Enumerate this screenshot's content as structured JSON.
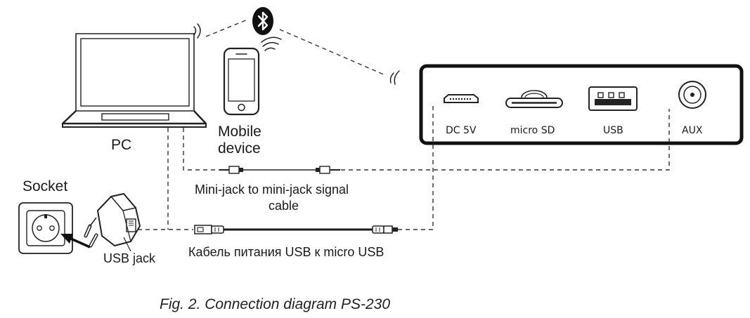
{
  "labels": {
    "pc": "PC",
    "mobile_line1": "Mobile",
    "mobile_line2": "device",
    "socket": "Socket",
    "usb_jack": "USB jack",
    "minijack_line1": "Mini-jack to mini-jack signal",
    "minijack_line2": "cable",
    "usb_cable": "Кабель питания USB к micro USB",
    "caption": "Fig. 2. Connection diagram PS-230"
  },
  "ports": [
    {
      "id": "dc5v",
      "label": "DC 5V"
    },
    {
      "id": "microsd",
      "label": "micro SD"
    },
    {
      "id": "usb",
      "label": "USB"
    },
    {
      "id": "aux",
      "label": "AUX"
    }
  ],
  "icons": [
    "laptop-icon",
    "smartphone-icon",
    "bluetooth-icon",
    "wall-socket-icon",
    "usb-charger-icon",
    "minijack-plug-icon",
    "usb-plug-icon",
    "micro-usb-plug-icon"
  ]
}
